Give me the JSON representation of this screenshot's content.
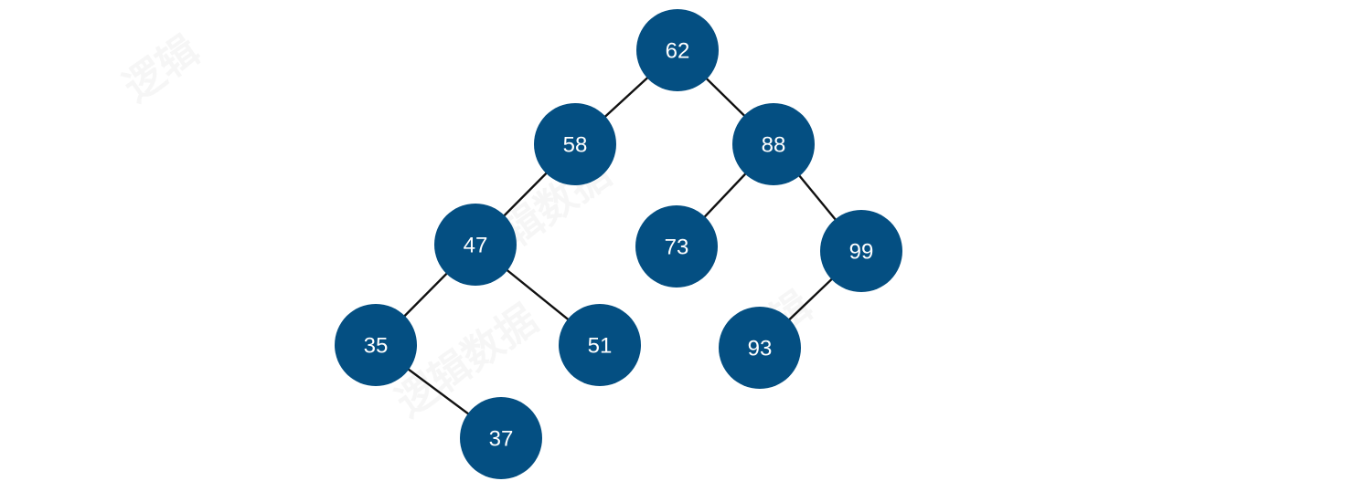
{
  "tree": {
    "node_color": "#044f82",
    "text_color": "#ffffff",
    "edge_color": "#111111",
    "nodes": [
      {
        "id": "62",
        "label": "62"
      },
      {
        "id": "58",
        "label": "58"
      },
      {
        "id": "88",
        "label": "88"
      },
      {
        "id": "47",
        "label": "47"
      },
      {
        "id": "73",
        "label": "73"
      },
      {
        "id": "99",
        "label": "99"
      },
      {
        "id": "35",
        "label": "35"
      },
      {
        "id": "51",
        "label": "51"
      },
      {
        "id": "93",
        "label": "93"
      },
      {
        "id": "37",
        "label": "37"
      }
    ],
    "edges": [
      {
        "from": "62",
        "to": "58"
      },
      {
        "from": "62",
        "to": "88"
      },
      {
        "from": "58",
        "to": "47"
      },
      {
        "from": "88",
        "to": "73"
      },
      {
        "from": "88",
        "to": "99"
      },
      {
        "from": "47",
        "to": "35"
      },
      {
        "from": "47",
        "to": "51"
      },
      {
        "from": "99",
        "to": "93"
      },
      {
        "from": "35",
        "to": "37"
      }
    ]
  }
}
